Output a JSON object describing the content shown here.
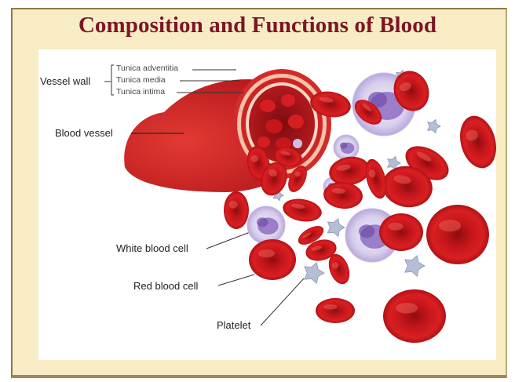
{
  "slide": {
    "title": "Composition and Functions of Blood",
    "colors": {
      "frame_background": "#f7ecc4",
      "title": "#7d1526",
      "red_blood_cell": "#c8161b",
      "white_blood_cell": "#a98ed0",
      "platelet": "#aab6cf"
    }
  },
  "diagram": {
    "labels": {
      "vessel_wall": "Vessel wall",
      "tunica_adventitia": "Tunica adventitia",
      "tunica_media": "Tunica media",
      "tunica_intima": "Tunica intima",
      "blood_vessel": "Blood vessel",
      "white_blood_cell": "White blood cell",
      "red_blood_cell": "Red blood cell",
      "platelet": "Platelet"
    }
  }
}
